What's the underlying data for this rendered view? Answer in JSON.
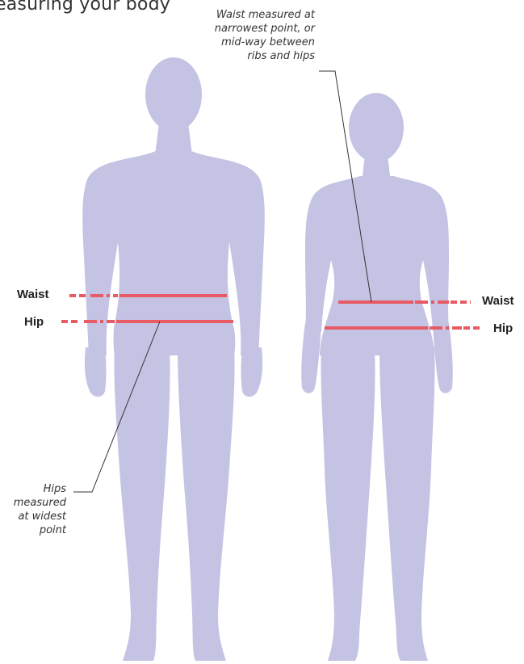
{
  "title": "easuring your body",
  "notes": {
    "waist": [
      "Waist measured at",
      "narrowest point, or",
      "mid-way between",
      "ribs and hips"
    ],
    "hips": [
      "Hips",
      "measured",
      "at widest",
      "point"
    ]
  },
  "labels": {
    "male_waist": "Waist",
    "male_hip": "Hip",
    "female_waist": "Waist",
    "female_hip": "Hip"
  },
  "colors": {
    "silhouette": "#c4c3e3",
    "measure_line": "#e85a64",
    "text": "#333333"
  }
}
